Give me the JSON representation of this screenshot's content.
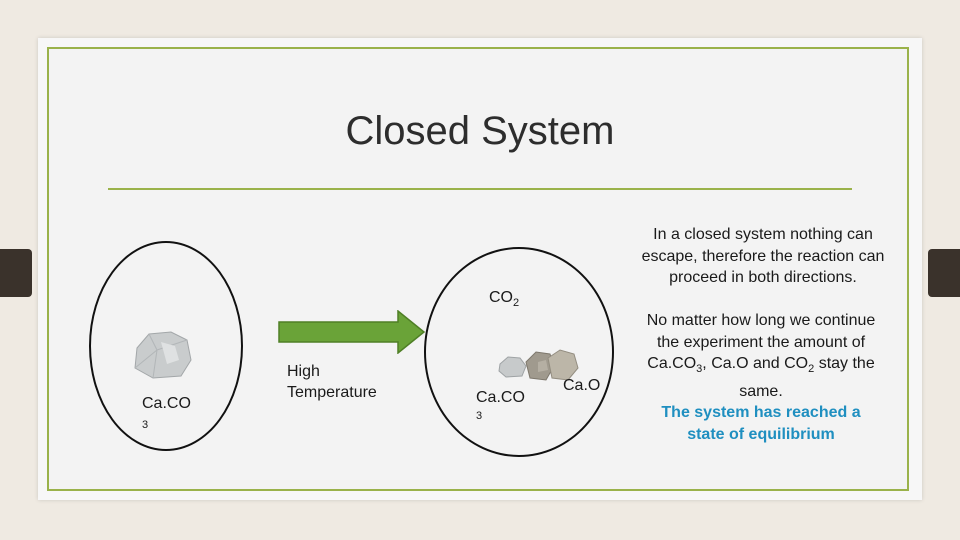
{
  "title": "Closed System",
  "left_flask": {
    "formula": "Ca.CO",
    "sub": "3"
  },
  "arrow_label": {
    "line1": "High",
    "line2": "Temperature"
  },
  "gas": {
    "formula": "CO",
    "sub": "2"
  },
  "right_flask": {
    "formula": "Ca.CO",
    "sub": "3",
    "product": "Ca.O"
  },
  "text": {
    "p1": "In a closed system nothing can escape, therefore the reaction can proceed in both directions.",
    "p2_line1": "No matter how long we continue",
    "p2_line2": "the experiment the amount of",
    "p2_ca": "Ca.CO",
    "p2_sub3": "3",
    "p2_mid": ", Ca.O and CO",
    "p2_sub2": "2",
    "p2_tail": " stay the",
    "p2_line4": "same.",
    "p3": "The system has reached a state of equilibrium"
  },
  "colors": {
    "accent": "#9ab24a",
    "arrow": "#6aa338",
    "highlight": "#1f8fc0"
  }
}
